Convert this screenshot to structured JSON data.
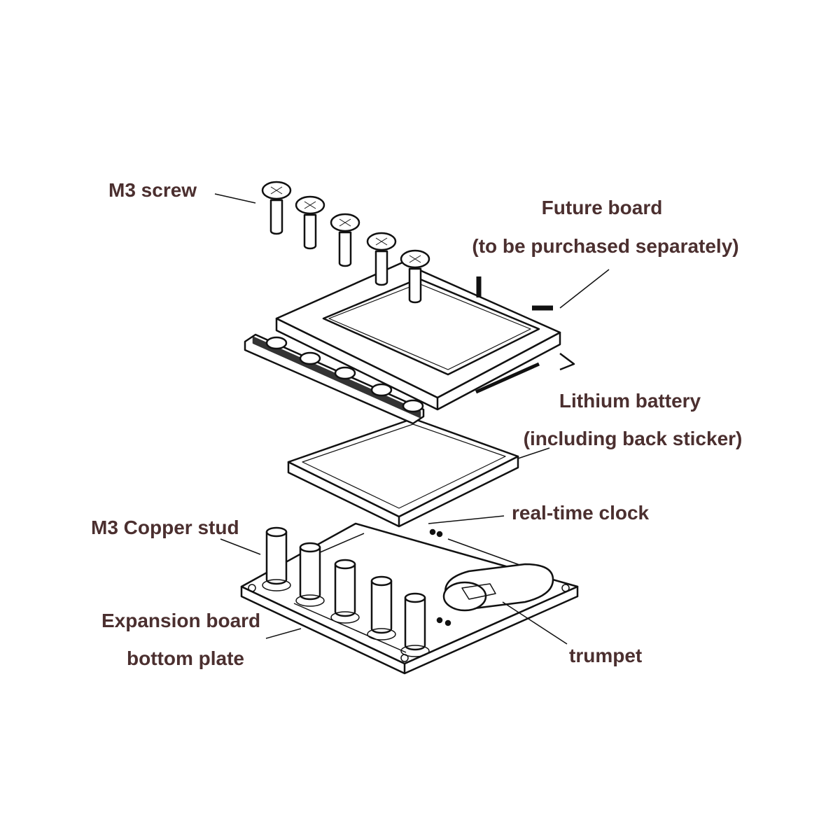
{
  "labels": {
    "m3_screw": "M3 screw",
    "future_board": "Future board",
    "future_board_note": "(to be purchased separately)",
    "lithium_battery": "Lithium battery",
    "lithium_battery_note": "(including back sticker)",
    "real_time_clock": "real-time clock",
    "copper_stud": "M3 Copper stud",
    "expansion_board": "Expansion board",
    "expansion_board_2": "bottom plate",
    "trumpet": "trumpet"
  },
  "colors": {
    "label": "#4b2f2f",
    "line": "#111111"
  }
}
